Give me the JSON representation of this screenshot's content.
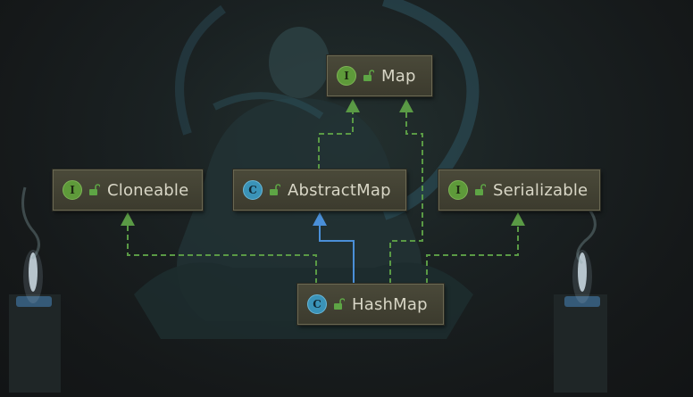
{
  "nodes": {
    "map": {
      "kind": "interface",
      "badge": "I",
      "label": "Map"
    },
    "cloneable": {
      "kind": "interface",
      "badge": "I",
      "label": "Cloneable"
    },
    "abstract_map": {
      "kind": "class",
      "badge": "C",
      "label": "AbstractMap"
    },
    "serializable": {
      "kind": "interface",
      "badge": "I",
      "label": "Serializable"
    },
    "hash_map": {
      "kind": "class",
      "badge": "C",
      "label": "HashMap"
    }
  },
  "relations": [
    {
      "from": "abstract_map",
      "to": "map",
      "type": "implements"
    },
    {
      "from": "hash_map",
      "to": "map",
      "type": "implements"
    },
    {
      "from": "hash_map",
      "to": "cloneable",
      "type": "implements"
    },
    {
      "from": "hash_map",
      "to": "serializable",
      "type": "implements"
    },
    {
      "from": "hash_map",
      "to": "abstract_map",
      "type": "extends"
    }
  ],
  "colors": {
    "implements_edge": "#5a9a45",
    "extends_edge": "#4a8fd8",
    "node_fill": "#45443a",
    "node_border": "#6a6852",
    "label_text": "#d8d6c6",
    "interface_badge": "#5e9a3a",
    "class_badge": "#3a93b8",
    "lock_icon": "#5ea545"
  },
  "icons": {
    "interface": "interface-badge-icon",
    "class": "class-badge-icon",
    "visibility": "unlocked-padlock-icon"
  }
}
